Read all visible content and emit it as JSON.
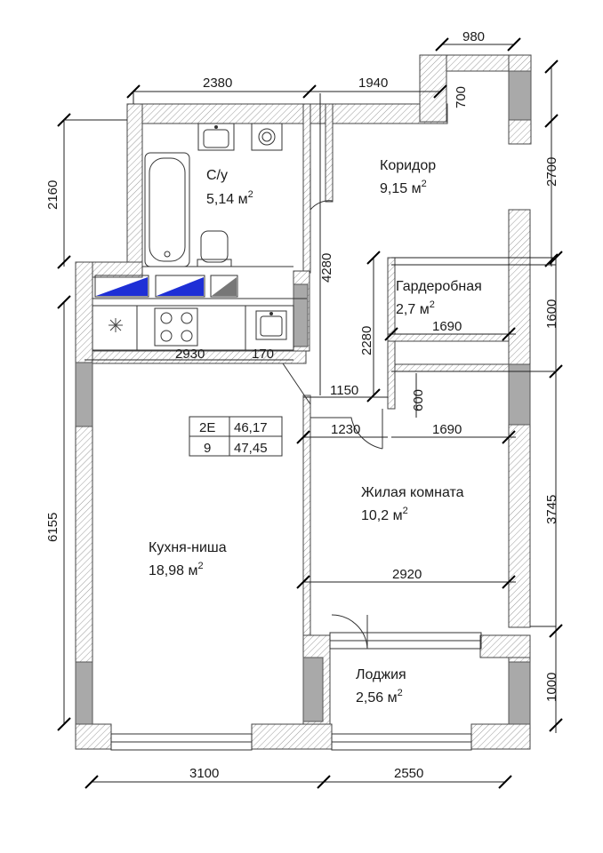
{
  "rooms": {
    "bathroom": {
      "name": "С/у",
      "area": "5,14 м",
      "sup": "2"
    },
    "corridor": {
      "name": "Коридор",
      "area": "9,15 м",
      "sup": "2"
    },
    "wardrobe": {
      "name": "Гардеробная",
      "area": "2,7 м",
      "sup": "2"
    },
    "living": {
      "name": "Жилая комната",
      "area": "10,2 м",
      "sup": "2"
    },
    "kitchen": {
      "name": "Кухня-ниша",
      "area": "18,98 м",
      "sup": "2"
    },
    "loggia": {
      "name": "Лоджия",
      "area": "2,56 м",
      "sup": "2"
    }
  },
  "info_table": {
    "type": "2E",
    "total_area": "46,17",
    "floor": "9",
    "area_with_loggia": "47,45"
  },
  "dimensions": {
    "top_2380": "2380",
    "top_1940": "1940",
    "top_980": "980",
    "d_700": "700",
    "d_2700": "2700",
    "d_2160": "2160",
    "d_4280": "4280",
    "d_2280": "2280",
    "d_1690_upper": "1690",
    "d_1600": "1600",
    "d_2930": "2930",
    "d_170": "170",
    "d_1150": "1150",
    "d_600": "600",
    "d_1230": "1230",
    "d_1690_lower": "1690",
    "d_3745": "3745",
    "d_6155": "6155",
    "d_2920": "2920",
    "d_1000": "1000",
    "bottom_3100": "3100",
    "bottom_2550": "2550"
  }
}
